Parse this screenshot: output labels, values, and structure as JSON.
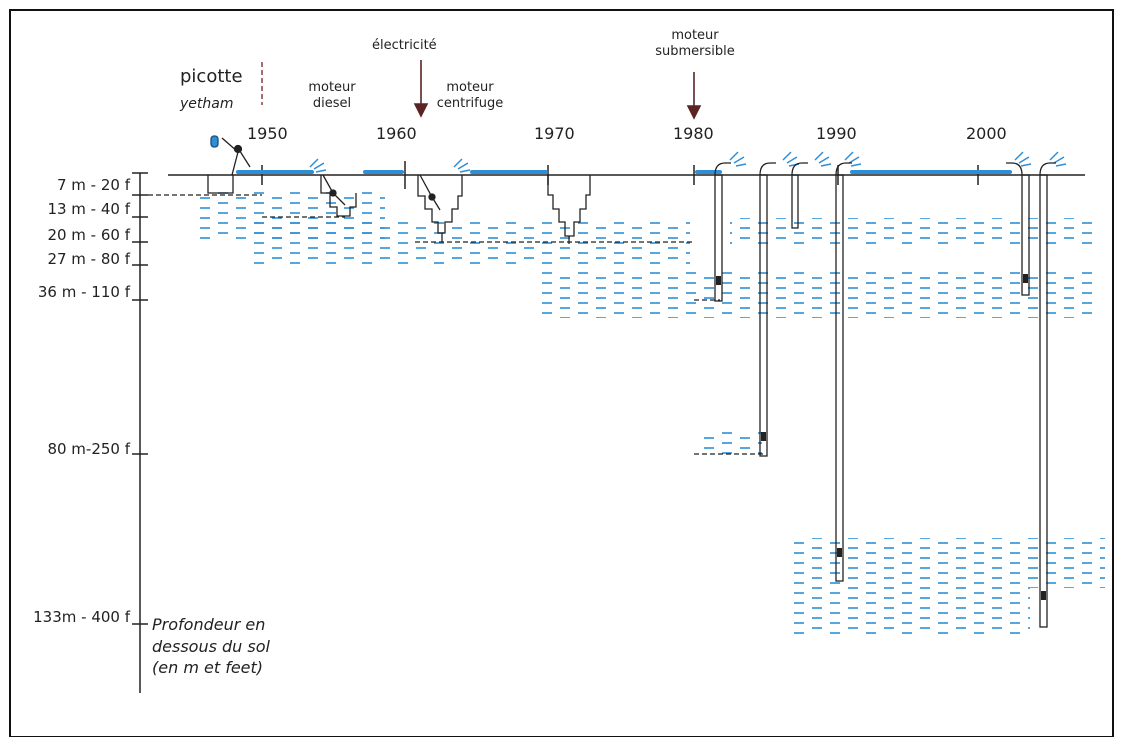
{
  "labels": {
    "picotte": "picotte",
    "yetham": "yetham",
    "diesel": [
      "moteur",
      "diesel"
    ],
    "electricite": "électricité",
    "centrifuge": [
      "moteur",
      "centrifuge"
    ],
    "submersible": [
      "moteur",
      "submersible"
    ]
  },
  "years": [
    "1950",
    "1960",
    "1970",
    "1980",
    "1990",
    "2000"
  ],
  "depths": [
    "7 m - 20 f",
    "13 m - 40 f",
    "20 m - 60 f",
    "27 m - 80 f",
    "36 m - 110 f",
    "80 m-250 f",
    "133m - 400 f"
  ],
  "caption": [
    "Profondeur en",
    "dessous du sol",
    "(en m et feet)"
  ],
  "colors": {
    "water": "#2e8fd6",
    "arrow": "#5a2424",
    "line": "#222222"
  }
}
